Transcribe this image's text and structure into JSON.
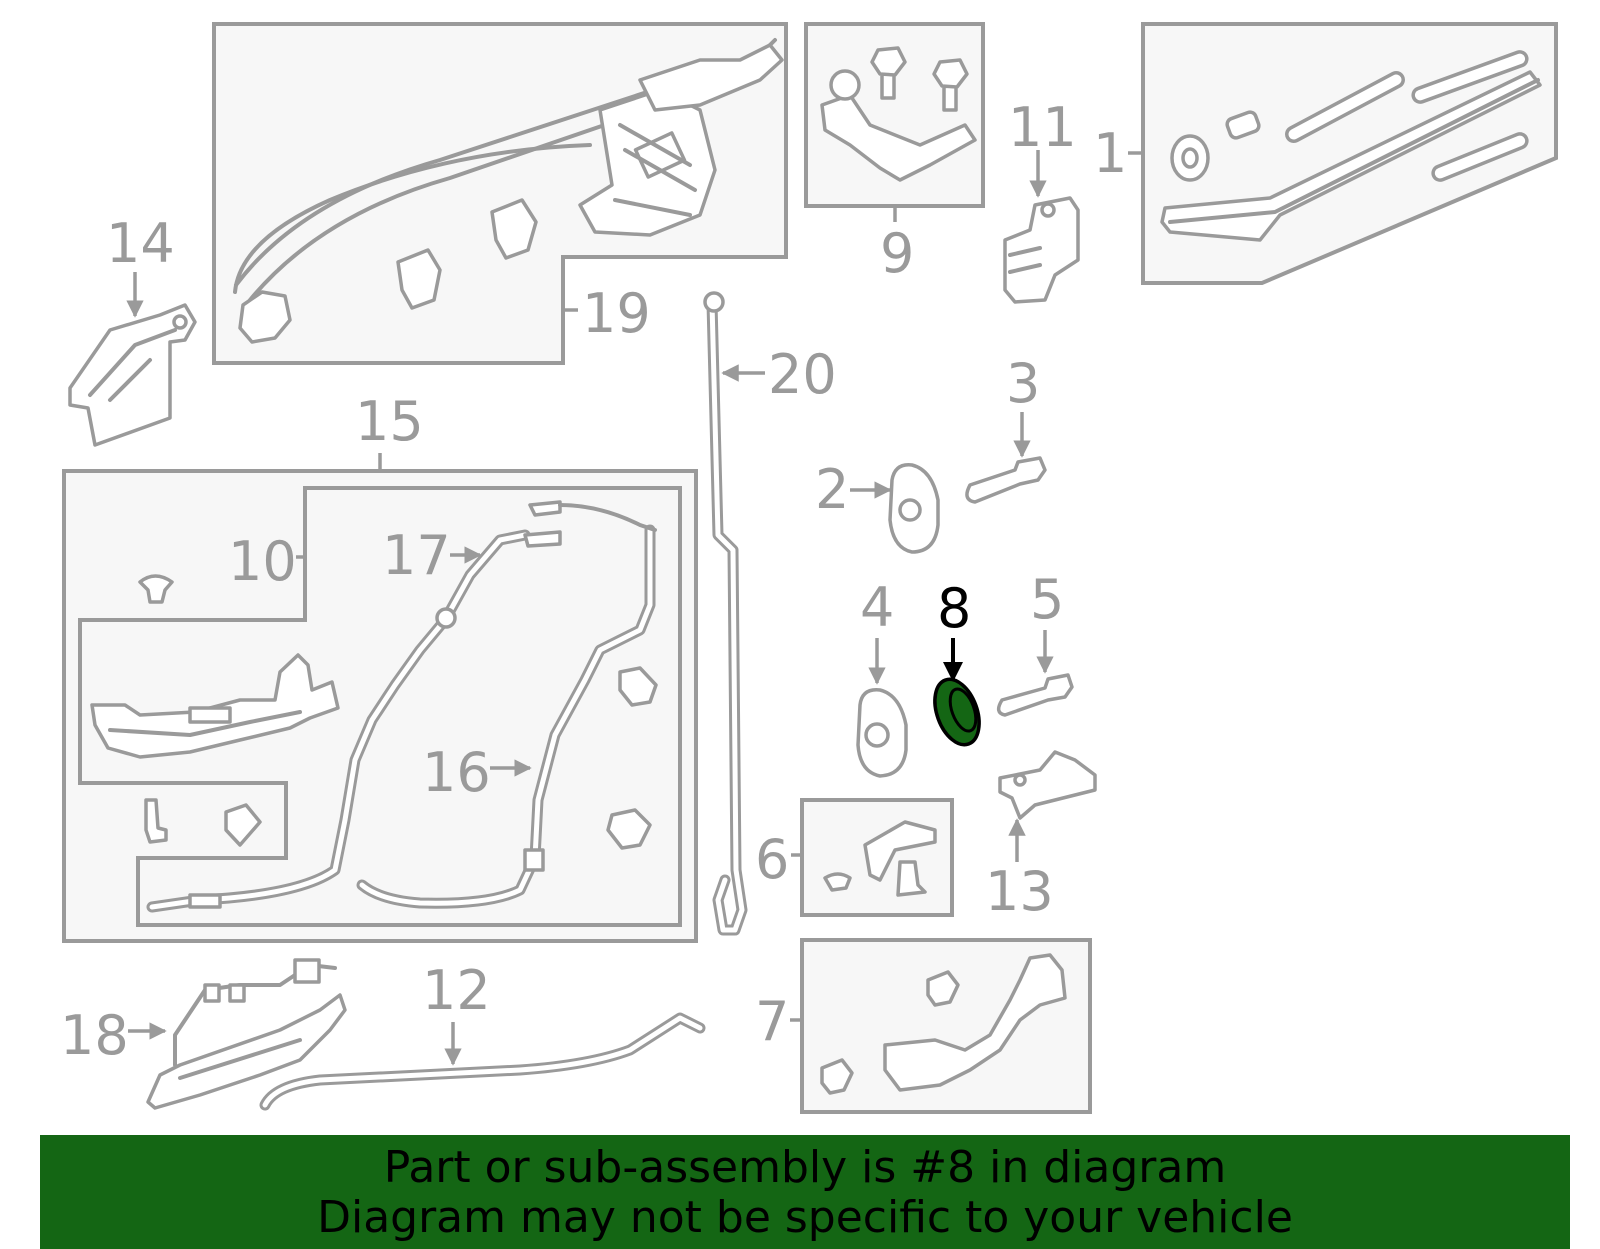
{
  "diagram": {
    "highlight_color": "#146614",
    "line_color": "#9a9a9a",
    "highlighted_part": "8",
    "callouts": {
      "c1": "1",
      "c2": "2",
      "c3": "3",
      "c4": "4",
      "c5": "5",
      "c6": "6",
      "c7": "7",
      "c8": "8",
      "c9": "9",
      "c10": "10",
      "c11": "11",
      "c12": "12",
      "c13": "13",
      "c14": "14",
      "c15": "15",
      "c16": "16",
      "c17": "17",
      "c18": "18",
      "c19": "19",
      "c20": "20"
    }
  },
  "banner": {
    "line1": "Part or sub-assembly is #8 in diagram",
    "line2": "Diagram may not be specific to your vehicle",
    "background": "#146614"
  }
}
